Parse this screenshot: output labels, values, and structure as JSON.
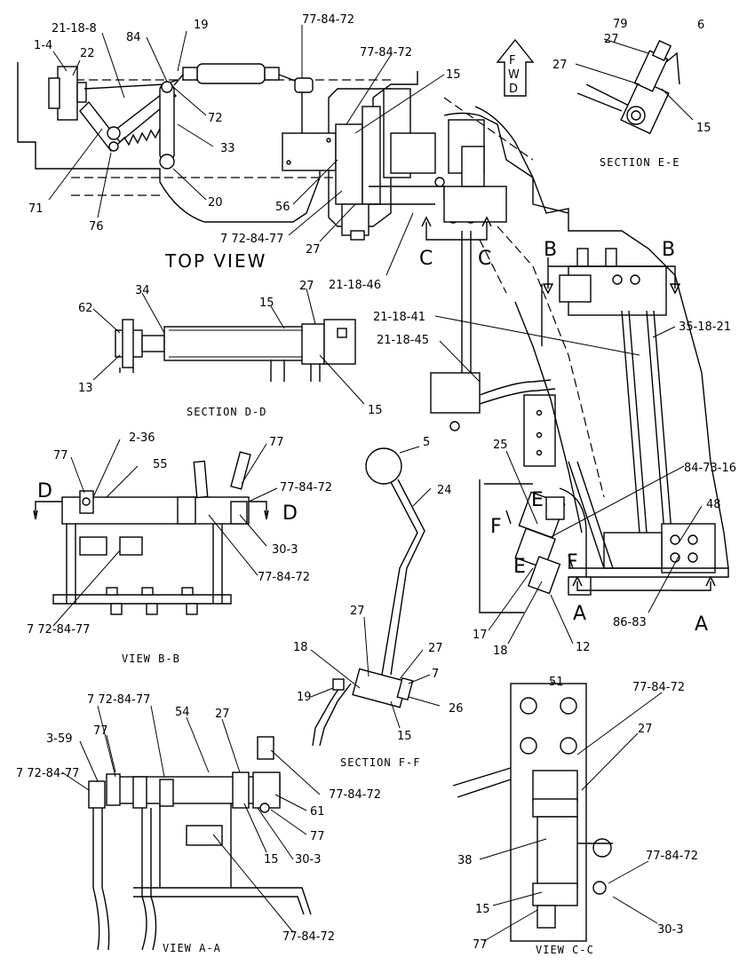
{
  "titles": {
    "top_view": "TOP VIEW",
    "section_ee": "SECTION E-E",
    "section_dd": "SECTION D-D",
    "view_bb": "VIEW B-B",
    "section_ff": "SECTION F-F",
    "view_aa": "VIEW A-A",
    "view_cc": "VIEW C-C"
  },
  "fwd": {
    "f": "F",
    "w": "W",
    "d": "D"
  },
  "section_letters": {
    "b": "B",
    "c": "C",
    "d": "D",
    "e": "E",
    "f": "F",
    "a": "A"
  },
  "callouts": {
    "c_1_4": "1-4",
    "c_22": "22",
    "c_21_18_8": "21-18-8",
    "c_84": "84",
    "c_19_top": "19",
    "c_77_84_72_top": "77-84-72",
    "c_77_84_72_top2": "77-84-72",
    "c_15_top": "15",
    "c_72": "72",
    "c_33": "33",
    "c_71": "71",
    "c_76": "76",
    "c_20": "20",
    "c_56": "56",
    "c_72_84_77_top": "7 72-84-77",
    "c_27_top": "27",
    "c_21_18_46": "21-18-46",
    "c_79": "79",
    "c_6": "6",
    "c_27_ee1": "27",
    "c_27_ee2": "27",
    "c_15_ee": "15",
    "c_62": "62",
    "c_34": "34",
    "c_15_dd": "15",
    "c_27_dd": "27",
    "c_13": "13",
    "c_15_dd2": "15",
    "c_21_18_41": "21-18-41",
    "c_21_18_45": "21-18-45",
    "c_35_18_21": "35-18-21",
    "c_2_36": "2-36",
    "c_77_bb1": "77",
    "c_55": "55",
    "c_77_bb2": "77",
    "c_77_84_72_bb": "77-84-72",
    "c_30_3_bb": "30-3",
    "c_77_84_72_bb2": "77-84-72",
    "c_72_84_77_bb": "7 72-84-77",
    "c_5": "5",
    "c_24": "24",
    "c_25": "25",
    "c_84_73_16": "84-73-16",
    "c_48": "48",
    "c_86_83": "86-83",
    "c_17": "17",
    "c_18_mid": "18",
    "c_12": "12",
    "c_27_ff1": "27",
    "c_18_ff": "18",
    "c_27_ff2": "27",
    "c_7": "7",
    "c_19_ff": "19",
    "c_26": "26",
    "c_15_ff": "15",
    "c_72_84_77_aa1": "7 72-84-77",
    "c_54": "54",
    "c_3_59": "3-59",
    "c_77_aa1": "77",
    "c_27_aa": "27",
    "c_72_84_77_aa2": "7 72-84-77",
    "c_77_84_72_aa1": "77-84-72",
    "c_61": "61",
    "c_77_aa2": "77",
    "c_15_aa": "15",
    "c_30_3_aa": "30-3",
    "c_77_84_72_aa2": "77-84-72",
    "c_51": "51",
    "c_77_84_72_cc1": "77-84-72",
    "c_27_cc": "27",
    "c_38": "38",
    "c_77_84_72_cc2": "77-84-72",
    "c_15_cc": "15",
    "c_77_cc": "77",
    "c_30_3_cc": "30-3"
  }
}
